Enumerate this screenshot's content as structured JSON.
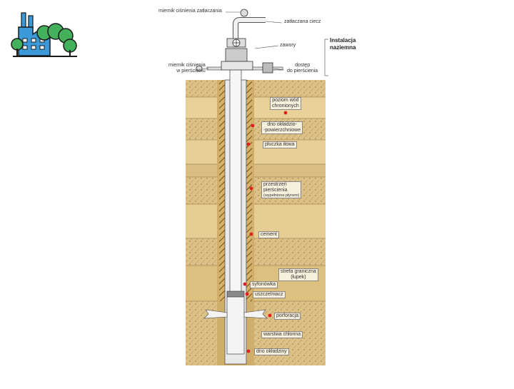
{
  "logo": {
    "icon": "factory-trees-icon",
    "color_primary": "#3a9ad9",
    "color_trees": "#43b05c"
  },
  "surface": {
    "injection_pressure_gauge": "miernik ciśnienia zatłaczania",
    "injected_fluid": "zatłaczana ciecz",
    "valves": "zawory",
    "annulus_access": [
      "dostęp",
      "do pierścienia"
    ],
    "annulus_pressure_gauge": [
      "miernik ciśnienia",
      "w pierścieniu"
    ],
    "installation_title": [
      "Instalacja",
      "naziemna"
    ]
  },
  "subsurface": {
    "protected_water_level": [
      "poziom wód",
      "chronionych"
    ],
    "surface_casing_bottom": [
      "dno okładzio-",
      "-powierzchniowe"
    ],
    "silt_mud": "płuczka iłowa",
    "annular_space": [
      "przestrzeń",
      "pierścienia"
    ],
    "annular_note": "(wypełniona płynem)",
    "cement": "cement",
    "confining_zone": [
      "strefa graniczna",
      "(łupek)"
    ],
    "tubing": "syfonówka",
    "packer": "uszczelniacz",
    "perforation": "porforacja",
    "injection_zone": "warstwa chłonna",
    "casing_bottom": "dno okładziny"
  },
  "colors": {
    "sand": "#e3c98f",
    "marker": "#e02020",
    "pipe": "#f4f4f4"
  }
}
